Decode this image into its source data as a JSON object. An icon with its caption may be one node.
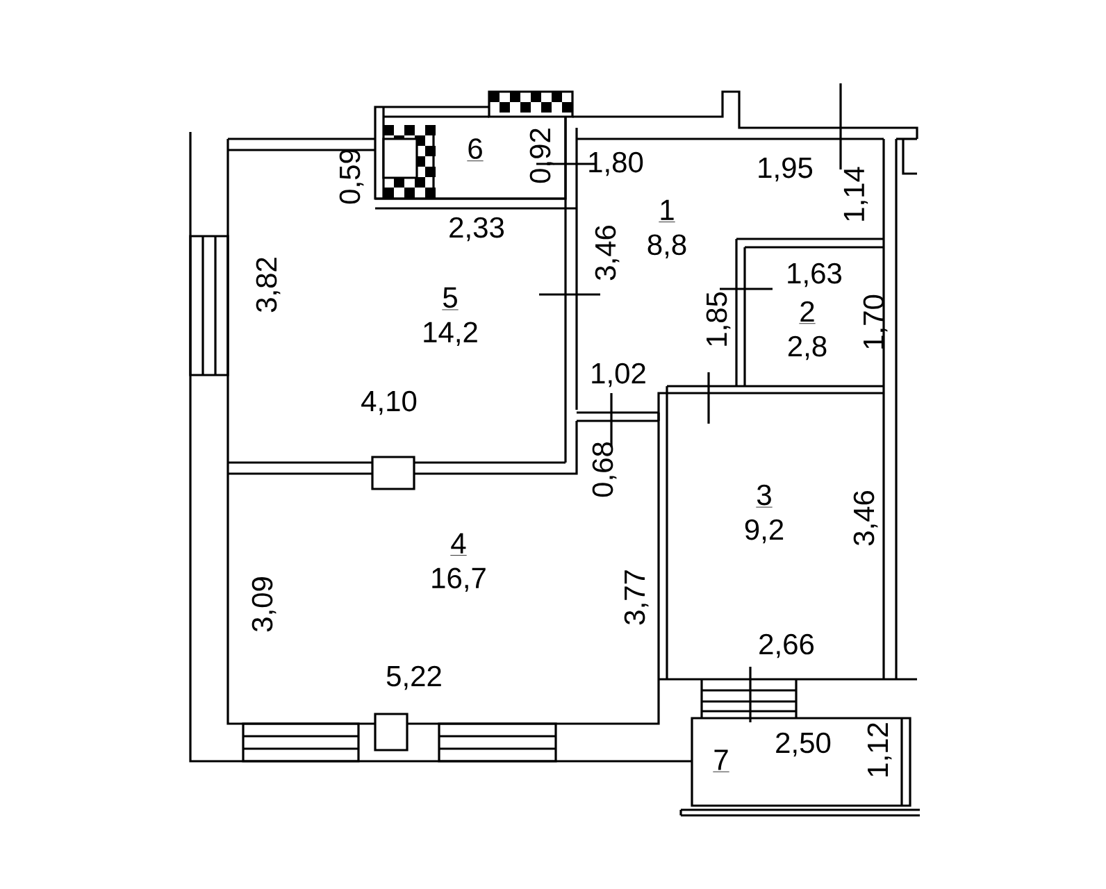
{
  "diagram": {
    "nodes": [
      {
        "text": [
          "1",
          "8,8"
        ]
      },
      {
        "text": [
          "2",
          "2,8"
        ]
      },
      {
        "text": [
          "3",
          "9,2"
        ]
      },
      {
        "text": [
          "4",
          "16,7"
        ]
      },
      {
        "text": [
          "5",
          "14,2"
        ]
      },
      {
        "text": [
          "6"
        ]
      },
      {
        "text": [
          "7"
        ]
      }
    ],
    "edges": [],
    "labels": [
      "0,59",
      "0,92",
      "1,80",
      "1,95",
      "1,14",
      "2,33",
      "3,46",
      "1,63",
      "3,82",
      "1,85",
      "1,70",
      "4,10",
      "1,02",
      "0,68",
      "3,46",
      "3,09",
      "3,77",
      "2,66",
      "5,22",
      "2,50",
      "1,12"
    ]
  }
}
